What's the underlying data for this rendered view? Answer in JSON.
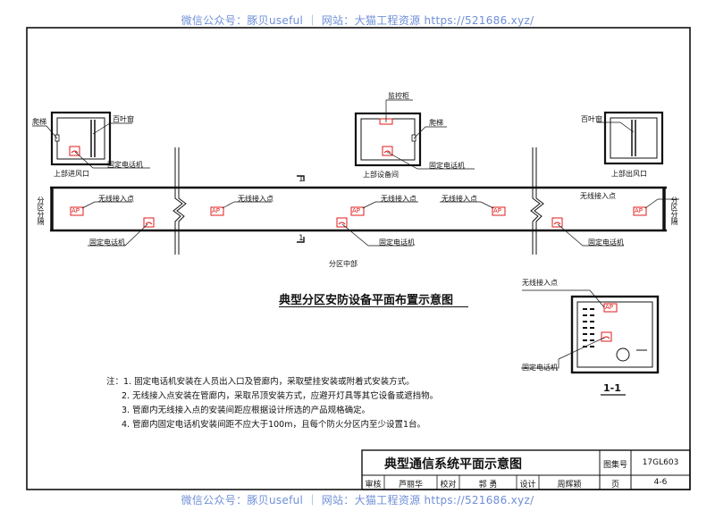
{
  "watermark_top": "微信公众号：豚贝useful ｜ 网站：大猫工程资源 https://521686.xyz/",
  "watermark_bottom": "微信公众号：豚贝useful ｜ 网站：大猫工程资源 https://521686.xyz/",
  "plan_title": "典型分区安防设备平面布置示意图",
  "labels": {
    "ladder_left": "爬梯",
    "louver_left": "百叶窗",
    "supply_air": "上部进风口",
    "phone_left_room": "固定电话机",
    "monitor_cabinet": "监控柜",
    "ladder_mid": "爬梯",
    "equipment_room": "上部设备间",
    "phone_mid_room": "固定电话机",
    "louver_right": "百叶窗",
    "exhaust_air": "上部出风口",
    "section_mark_top": "1",
    "section_mark_bottom": "1",
    "zone_wall_left": "分区分隔",
    "zone_wall_right": "分区分隔",
    "ap1": "无线接入点",
    "ap2": "无线接入点",
    "ap3": "无线接入点",
    "ap4": "无线接入点",
    "ap5": "无线接入点",
    "phone_gallery_left": "固定电话机",
    "phone_gallery_mid": "固定电话机",
    "phone_gallery_right": "固定电话机",
    "zone_middle": "分区中部",
    "section_ap": "无线接入点",
    "section_phone": "固定电话机",
    "section_title": "1-1",
    "ap_tag": "AP"
  },
  "notes": [
    "注：1. 固定电话机安装在人员出入口及管廊内，采取壁挂安装或附着式安装方式。",
    "2. 无线接入点安装在管廊内，采取吊顶安装方式，应避开灯具等其它设备或遮挡物。",
    "3. 管廊内无线接入点的安装间距应根据设计所选的产品规格确定。",
    "4. 管廊内固定电话机安装间距不应大于100m，且每个防火分区内至少设置1台。"
  ],
  "title_block": {
    "drawing_title": "典型通信系统平面示意图",
    "atlas_label": "图集号",
    "atlas_value": "17GL603",
    "review_label": "审核",
    "review_name": "芦丽华",
    "check_label": "校对",
    "check_name": "郭 勇",
    "design_label": "设计",
    "design_name": "周辉颖",
    "page_label": "页",
    "page_value": "4-6"
  },
  "colors": {
    "line": "#111111",
    "accent": "#e01a1a",
    "watermark": "#6f8fd8"
  }
}
